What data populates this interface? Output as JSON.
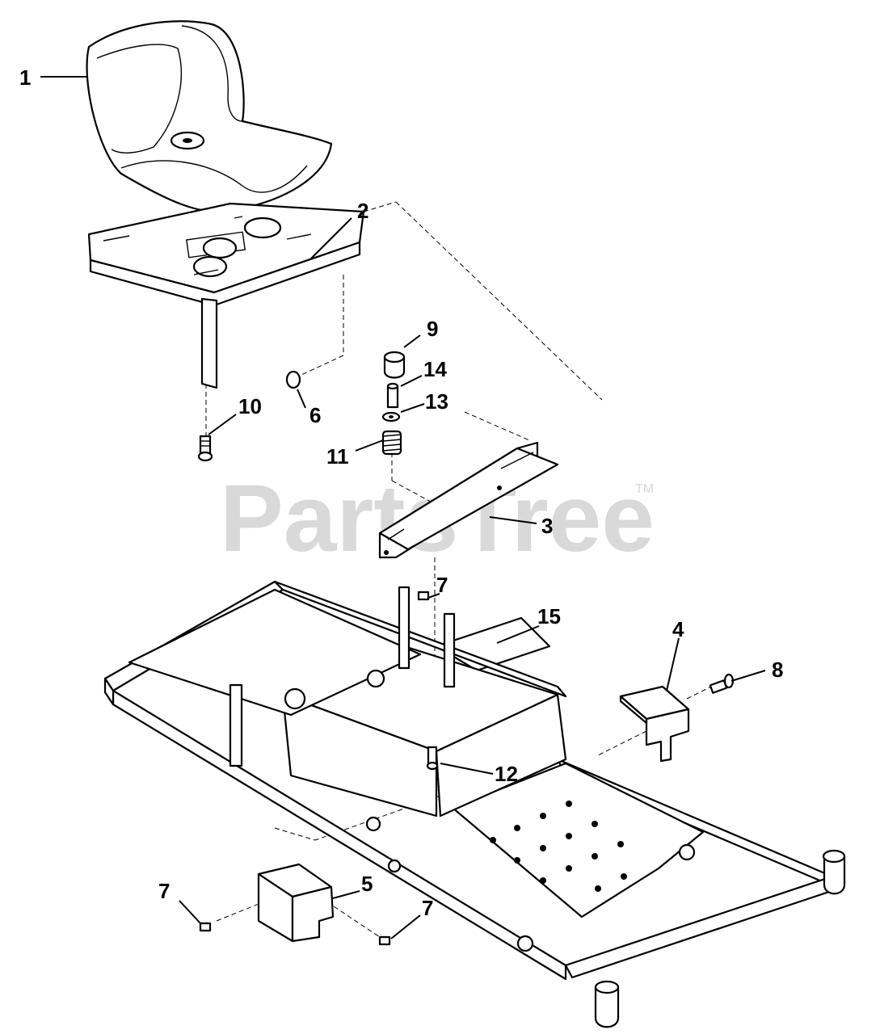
{
  "watermark": {
    "text": "PartsTree",
    "trademark": "TM"
  },
  "callouts": [
    {
      "id": "c1",
      "label": "1"
    },
    {
      "id": "c2",
      "label": "2"
    },
    {
      "id": "c9",
      "label": "9"
    },
    {
      "id": "c14",
      "label": "14"
    },
    {
      "id": "c13",
      "label": "13"
    },
    {
      "id": "c10",
      "label": "10"
    },
    {
      "id": "c6",
      "label": "6"
    },
    {
      "id": "c11",
      "label": "11"
    },
    {
      "id": "c3",
      "label": "3"
    },
    {
      "id": "c7a",
      "label": "7"
    },
    {
      "id": "c15",
      "label": "15"
    },
    {
      "id": "c4",
      "label": "4"
    },
    {
      "id": "c8",
      "label": "8"
    },
    {
      "id": "c12",
      "label": "12"
    },
    {
      "id": "c7b",
      "label": "7"
    },
    {
      "id": "c5",
      "label": "5"
    },
    {
      "id": "c7c",
      "label": "7"
    }
  ]
}
